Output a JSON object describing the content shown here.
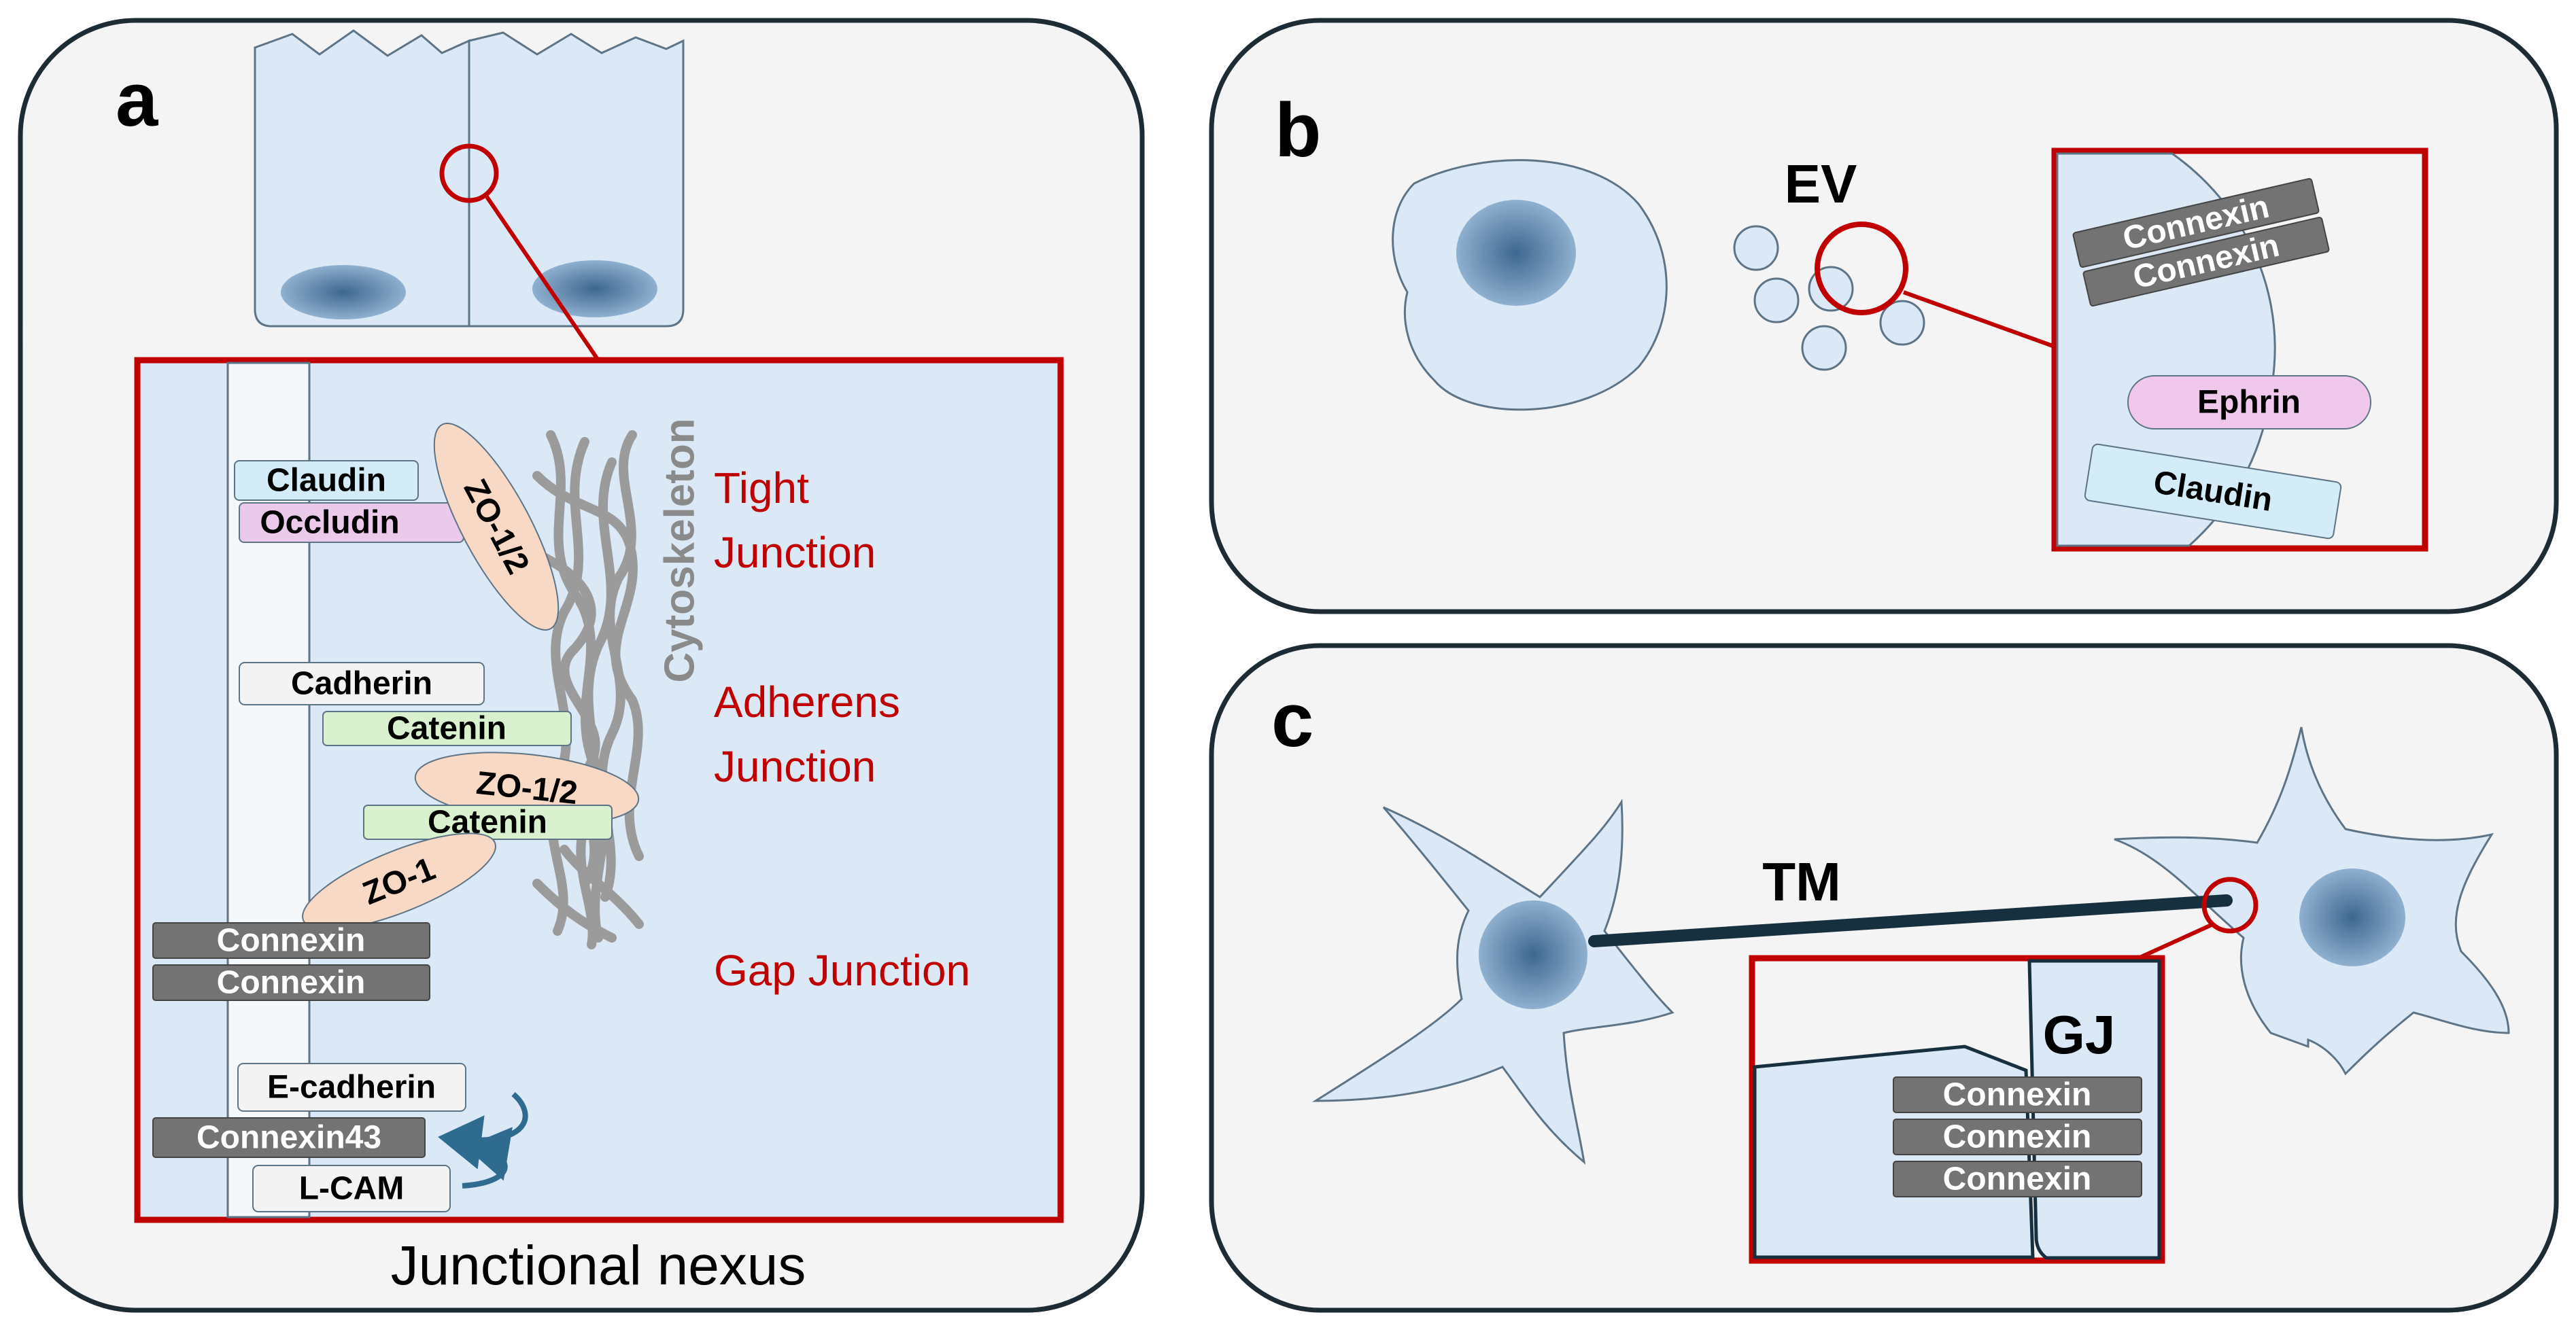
{
  "colors": {
    "panel_border": "#1d2b35",
    "panel_fill": "#f4f4f4",
    "cell_fill": "#dbe9f6",
    "cell_stroke": "#5d7487",
    "inset_red": "#c00000",
    "nucleus": "#6f93b7",
    "claudin": "#d4ecf7",
    "occludin": "#eac9ea",
    "zo": "#f8d9c6",
    "catenin": "#d9f1cf",
    "cadherin": "#f3f3f3",
    "connexin": "#737373",
    "ephrin": "#f0c8ec",
    "cytoskeleton": "#9b9b9b",
    "tm_line": "#17303f",
    "arrow": "#2f6b8f"
  },
  "panel_a": {
    "letter": "a",
    "caption": "Junctional nexus",
    "cytoskeleton_label": "Cytoskeleton",
    "tight_junction": [
      "Tight",
      "Junction"
    ],
    "adherens_junction": [
      "Adherens",
      "Junction"
    ],
    "gap_junction": "Gap Junction",
    "proteins": {
      "claudin": "Claudin",
      "occludin": "Occludin",
      "zo12_top": "ZO-1/2",
      "cadherin": "Cadherin",
      "catenin_1": "Catenin",
      "zo12_mid": "ZO-1/2",
      "catenin_2": "Catenin",
      "zo1": "ZO-1",
      "connexin_1": "Connexin",
      "connexin_2": "Connexin",
      "e_cadherin": "E-cadherin",
      "connexin43": "Connexin43",
      "l_cam": "L-CAM"
    }
  },
  "panel_b": {
    "letter": "b",
    "ev_label": "EV",
    "connexin_1": "Connexin",
    "connexin_2": "Connexin",
    "ephrin": "Ephrin",
    "claudin": "Claudin"
  },
  "panel_c": {
    "letter": "c",
    "tm_label": "TM",
    "gj_label": "GJ",
    "connexin_1": "Connexin",
    "connexin_2": "Connexin",
    "connexin_3": "Connexin"
  }
}
